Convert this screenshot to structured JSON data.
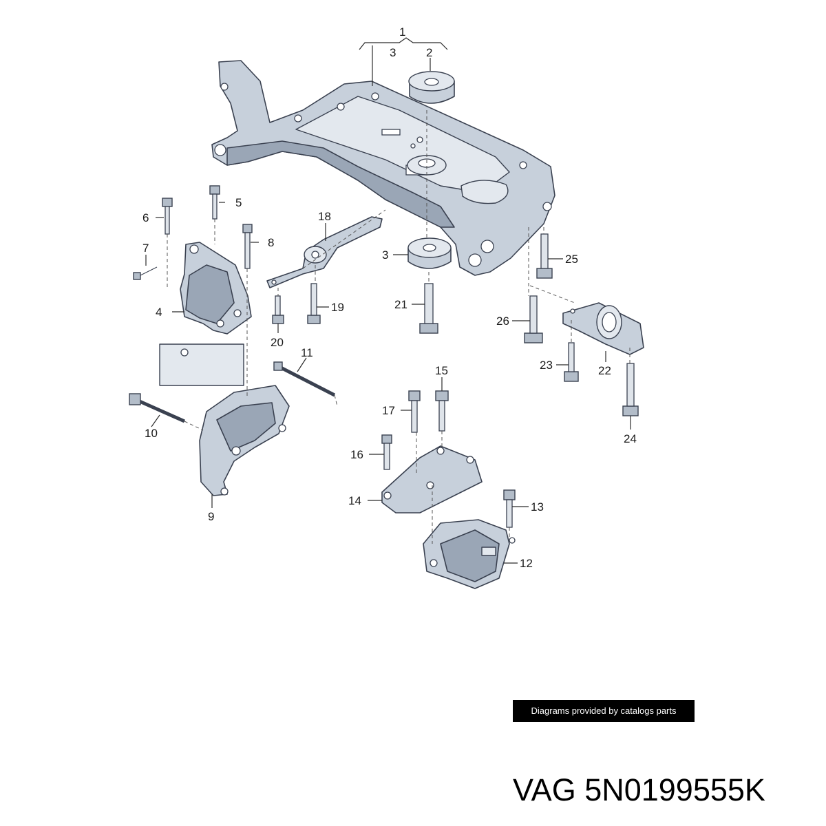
{
  "callouts": {
    "c1": "1",
    "c2": "2",
    "c3a": "3",
    "c3b": "3",
    "c4": "4",
    "c5": "5",
    "c6": "6",
    "c7": "7",
    "c8": "8",
    "c9": "9",
    "c10": "10",
    "c11": "11",
    "c12": "12",
    "c13": "13",
    "c14": "14",
    "c15": "15",
    "c16": "16",
    "c17": "17",
    "c18": "18",
    "c19": "19",
    "c20": "20",
    "c21": "21",
    "c22": "22",
    "c23": "23",
    "c24": "24",
    "c25": "25",
    "c26": "26"
  },
  "footer": {
    "credit": "Diagrams provided by catalogs parts",
    "part_number": "VAG 5N0199555K"
  },
  "colors": {
    "part_fill": "#c7d0db",
    "outline": "#3a4150",
    "banner_bg": "#000000",
    "banner_text": "#ffffff"
  }
}
